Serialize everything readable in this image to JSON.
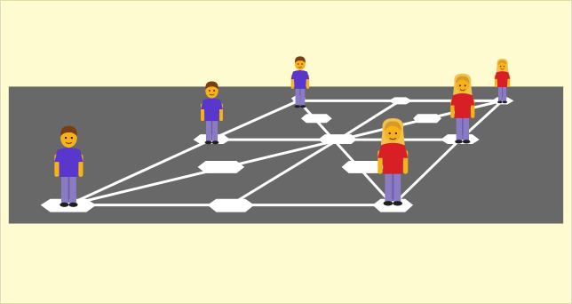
{
  "colors": {
    "background": "#fefbd0",
    "border": "#e4dca0",
    "floor": "#686868",
    "line": "#ffffff",
    "tile": "#ffffff",
    "skin": "#f7b21a",
    "skin_shade": "#d98c0c",
    "male_hair": "#7a3e16",
    "female_hair": "#f2c24f",
    "female_hair_shade": "#d69a26",
    "male_shirt": "#5a37cc",
    "female_shirt": "#d81f26",
    "pants": "#8a7bc4",
    "pants_shade": "#6e5fa8",
    "shoes": "#1f1f1f"
  },
  "board": {
    "type": "nine-mens-morris-style perspective board",
    "nodes_per_side": 3,
    "nodes_total": 9
  },
  "players": {
    "team_male": {
      "icon": "man-emoji",
      "count": 3
    },
    "team_female": {
      "icon": "woman-emoji",
      "count": 3
    }
  }
}
